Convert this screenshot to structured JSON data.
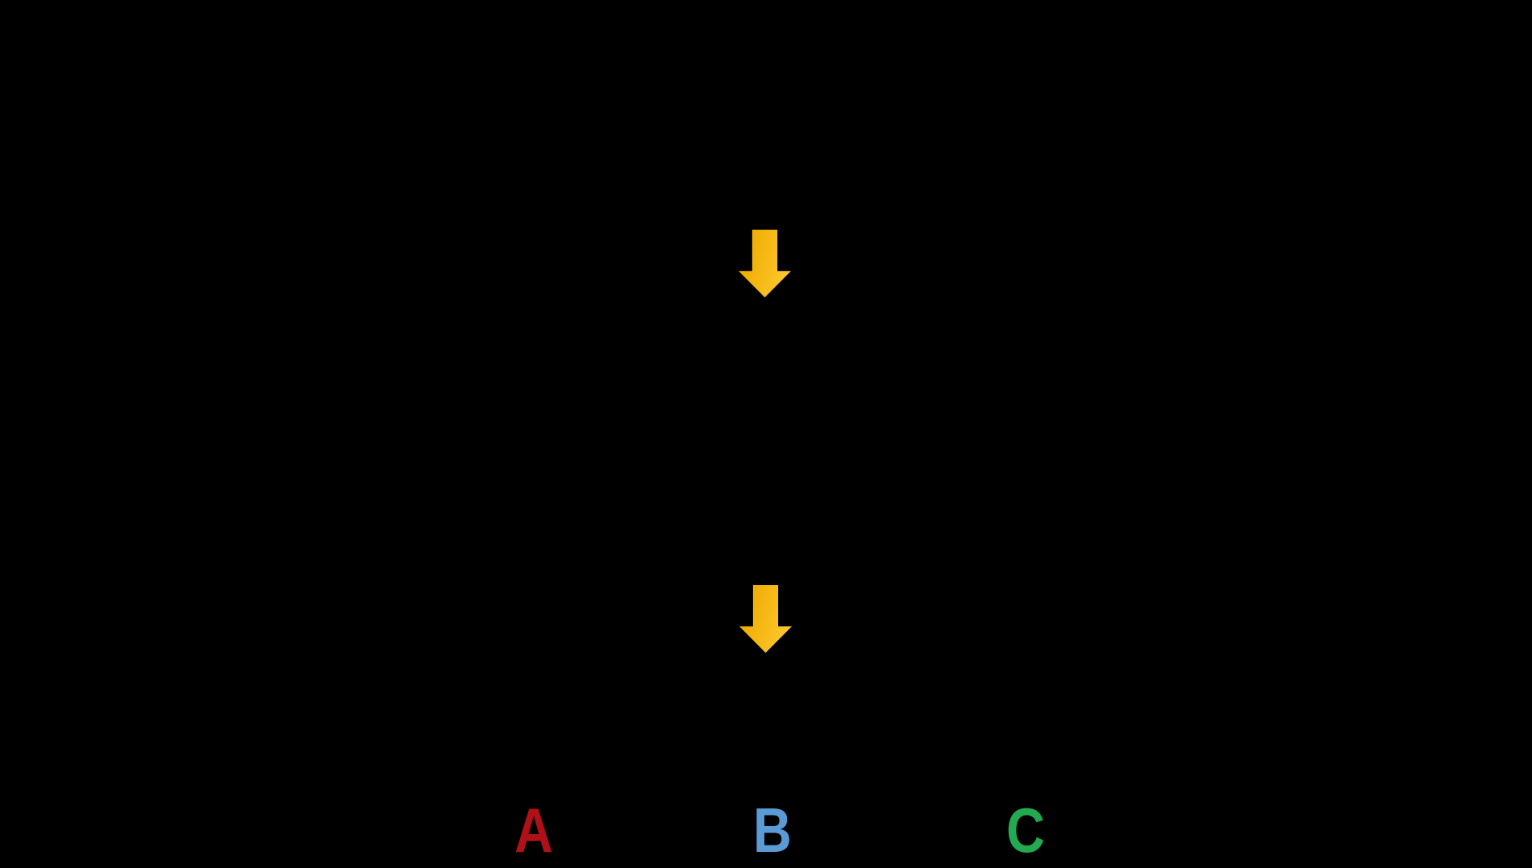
{
  "scene": {
    "description": "Black slide frame with two gold downward arrows stacked in the center column and three colored option letters along the bottom",
    "background_color": "#000000"
  },
  "arrows": {
    "fill_dark": "#F0AF06",
    "fill_light": "#FFCB35",
    "top": {
      "direction": "down"
    },
    "bottom": {
      "direction": "down"
    }
  },
  "labels": {
    "a": {
      "text": "A",
      "color": "#AF1116"
    },
    "b": {
      "text": "B",
      "color": "#5B9BD5"
    },
    "c": {
      "text": "C",
      "color": "#22AA50"
    }
  }
}
